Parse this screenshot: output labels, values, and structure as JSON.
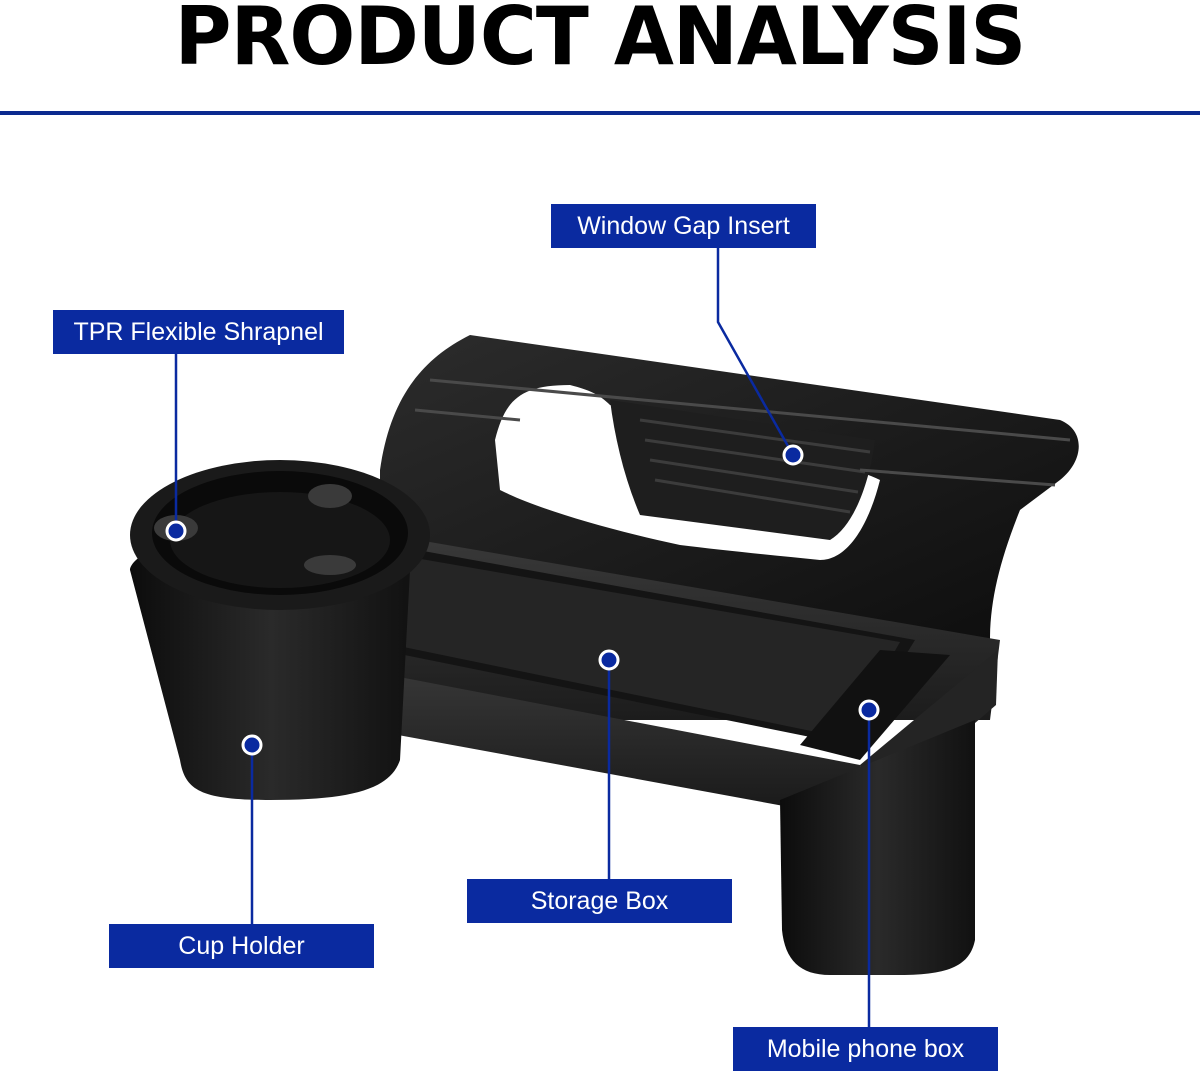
{
  "title": "PRODUCT ANALYSIS",
  "colors": {
    "accent": "#0a2aa0",
    "rule": "#0b2a8f",
    "product": "#1a1a1a",
    "text": "#000000"
  },
  "callouts": {
    "window_gap_insert": "Window Gap Insert",
    "tpr_flexible_shrapnel": "TPR Flexible Shrapnel",
    "storage_box": "Storage Box",
    "cup_holder": "Cup Holder",
    "mobile_phone_box": "Mobile phone box"
  }
}
